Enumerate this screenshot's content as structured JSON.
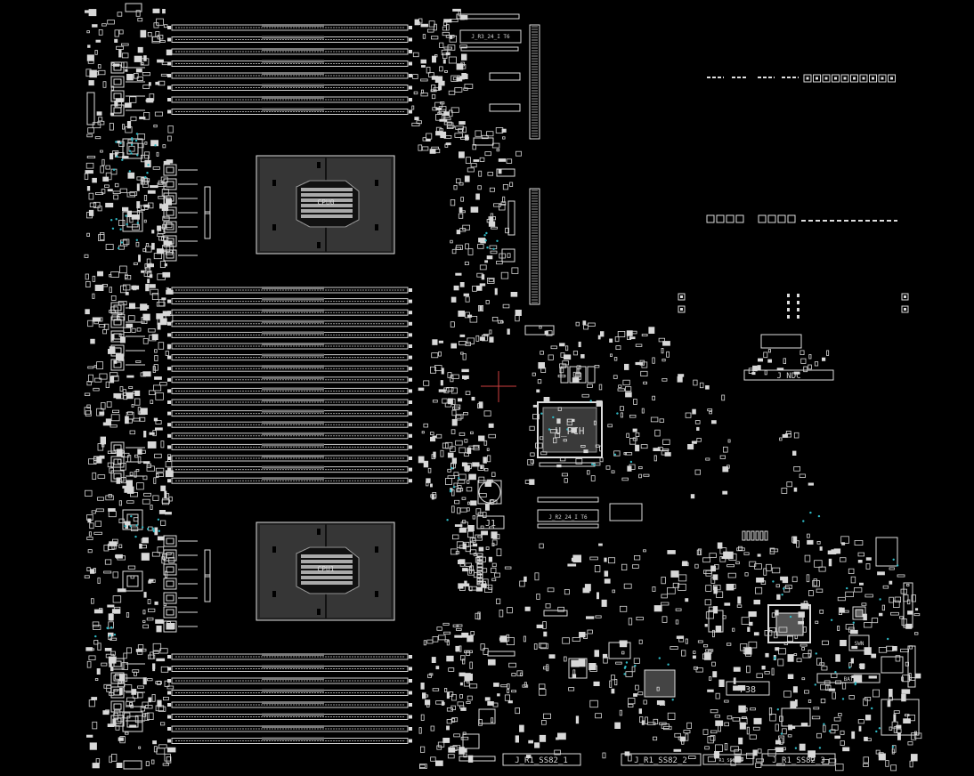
{
  "diagram": {
    "background": "#000000",
    "line_color": "#e6e6e6",
    "accent_color": "#2fb8c4",
    "cursor_color": "#d04040",
    "labels": {
      "j_r3_rail": "J_R3_24_I T6",
      "j_r2_rail": "J_R2_24_I T6",
      "u_pch": "U_PCH",
      "j_ndc": "J_NDC",
      "j1": "J1",
      "p38": "P38",
      "bat": "BAT",
      "swn": "SWN",
      "ss82_1": "J_R1_SS82_1",
      "ss82_2": "J_R1_SS82_2",
      "ss82_small": "J_R1_SS82_1",
      "ss82_3": "J_R1_SS82_3"
    },
    "cpu_labels": [
      "CPU0",
      "CPU1"
    ]
  }
}
